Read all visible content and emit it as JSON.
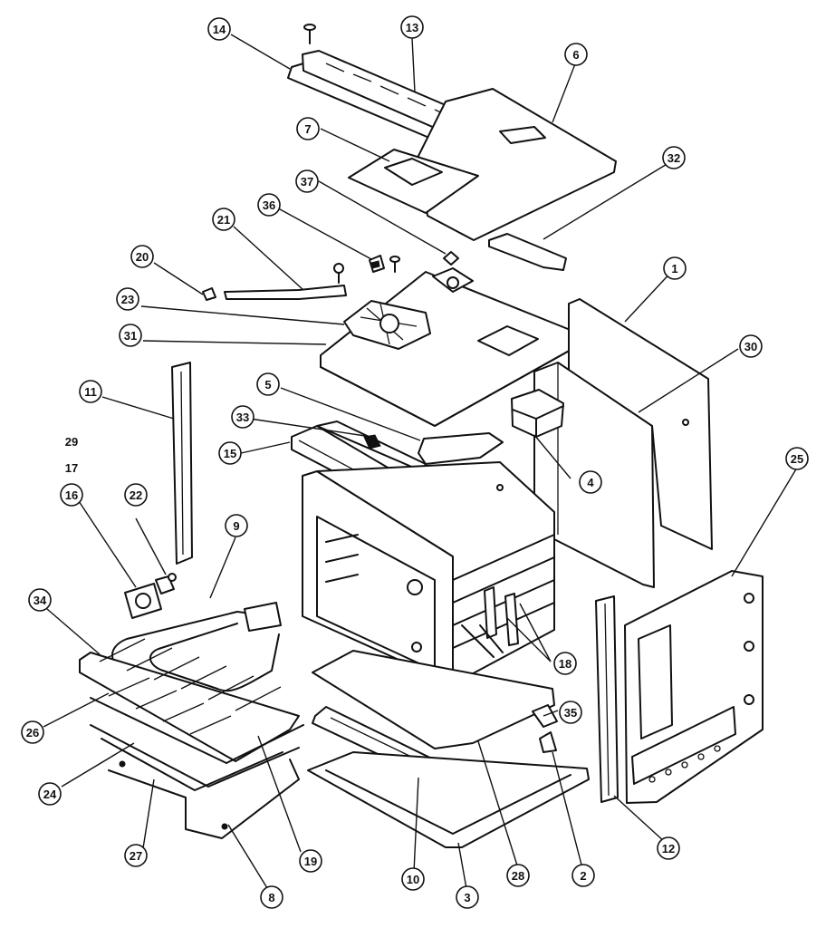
{
  "diagram": {
    "callouts": [
      {
        "label": "1"
      },
      {
        "label": "2"
      },
      {
        "label": "3"
      },
      {
        "label": "4"
      },
      {
        "label": "5"
      },
      {
        "label": "6"
      },
      {
        "label": "7"
      },
      {
        "label": "8"
      },
      {
        "label": "9"
      },
      {
        "label": "10"
      },
      {
        "label": "11"
      },
      {
        "label": "12"
      },
      {
        "label": "13"
      },
      {
        "label": "14"
      },
      {
        "label": "15"
      },
      {
        "label": "16"
      },
      {
        "label": "17"
      },
      {
        "label": "18"
      },
      {
        "label": "19"
      },
      {
        "label": "20"
      },
      {
        "label": "21"
      },
      {
        "label": "22"
      },
      {
        "label": "23"
      },
      {
        "label": "24"
      },
      {
        "label": "25"
      },
      {
        "label": "26"
      },
      {
        "label": "27"
      },
      {
        "label": "28"
      },
      {
        "label": "29"
      },
      {
        "label": "30"
      },
      {
        "label": "31"
      },
      {
        "label": "32"
      },
      {
        "label": "33"
      },
      {
        "label": "34"
      },
      {
        "label": "35"
      },
      {
        "label": "36"
      },
      {
        "label": "37"
      }
    ]
  }
}
